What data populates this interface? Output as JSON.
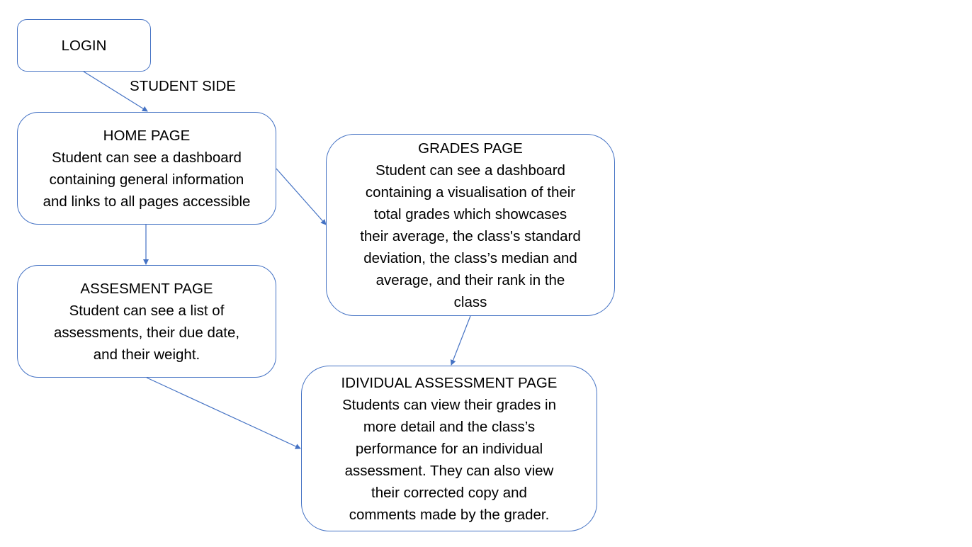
{
  "flow_label": "STUDENT SIDE",
  "nodes": {
    "login": {
      "title": "LOGIN",
      "lines": []
    },
    "home": {
      "title": "HOME PAGE",
      "lines": [
        "Student can see a dashboard",
        "containing general information",
        "and links to all pages accessible"
      ]
    },
    "assessment": {
      "title": "ASSESMENT PAGE",
      "lines": [
        "Student can see a list of",
        "assessments, their due date,",
        "and their weight."
      ]
    },
    "grades": {
      "title": "GRADES PAGE",
      "lines": [
        "Student can see a dashboard",
        "containing a visualisation of their",
        "total grades which showcases",
        "their average, the class's standard",
        "deviation, the class’s median and",
        "average, and their rank in the",
        "class"
      ]
    },
    "individual": {
      "title": "IDIVIDUAL ASSESSMENT PAGE",
      "lines": [
        "Students can view their grades in",
        "more detail and the class’s",
        "performance for an individual",
        "assessment. They can also view",
        "their corrected copy and",
        "comments made by the grader."
      ]
    }
  },
  "edges": [
    {
      "from": "login",
      "to": "home"
    },
    {
      "from": "home",
      "to": "assessment"
    },
    {
      "from": "home",
      "to": "grades"
    },
    {
      "from": "grades",
      "to": "individual"
    },
    {
      "from": "assessment",
      "to": "individual"
    }
  ],
  "colors": {
    "stroke": "#4472c4",
    "text": "#000000",
    "background": "#ffffff"
  }
}
